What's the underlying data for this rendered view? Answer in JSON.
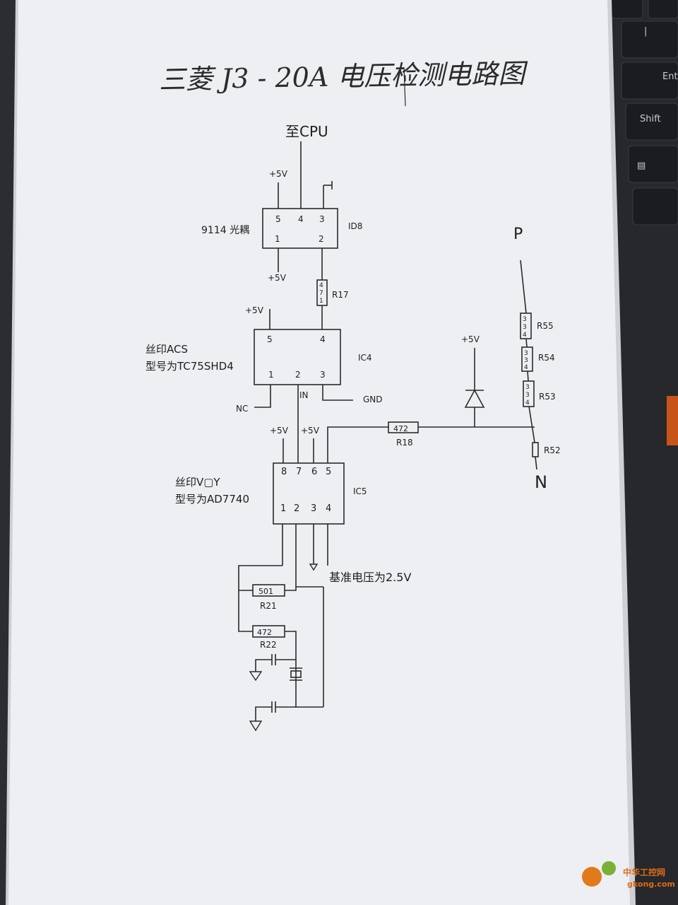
{
  "title": "三菱 J3 - 20A 电压检测电路图",
  "top_label": "至CPU",
  "components": {
    "id8": {
      "ref": "ID8",
      "desc": "9114 光耦",
      "pins": [
        "5",
        "4",
        "3",
        "1",
        "2"
      ],
      "plus_top": "+5V",
      "plus_bottom": "+5V"
    },
    "r17": {
      "ref": "R17",
      "value": "471"
    },
    "ic4": {
      "ref": "IC4",
      "silk": "丝印ACS",
      "model": "型号为TC75SHD4",
      "pins": [
        "5",
        "4",
        "1",
        "2",
        "3"
      ],
      "plus": "+5V",
      "nc": "NC",
      "in": "IN",
      "gnd": "GND"
    },
    "ic5": {
      "ref": "IC5",
      "silk": "丝印V▢Y",
      "model": "型号为AD7740",
      "pins_top": [
        "8",
        "7",
        "6",
        "5"
      ],
      "pins_bottom": [
        "1",
        "2",
        "3",
        "4"
      ],
      "plus1": "+5V",
      "plus2": "+5V",
      "vref": "基准电压为2.5V"
    },
    "r18": {
      "ref": "R18",
      "value": "472"
    },
    "r21": {
      "ref": "R21",
      "value": "501"
    },
    "r22": {
      "ref": "R22",
      "value": "472"
    },
    "diode_plus": "+5V",
    "r55": {
      "ref": "R55",
      "value": "334"
    },
    "r54": {
      "ref": "R54",
      "value": "334"
    },
    "r53": {
      "ref": "R53",
      "value": "334"
    },
    "r52": {
      "ref": "R52"
    },
    "p_label": "P",
    "n_label": "N"
  },
  "keyboard": {
    "enter": "Ent",
    "shift": "Shift"
  },
  "watermark": {
    "cn": "中华工控网",
    "url": "gkong.com"
  }
}
